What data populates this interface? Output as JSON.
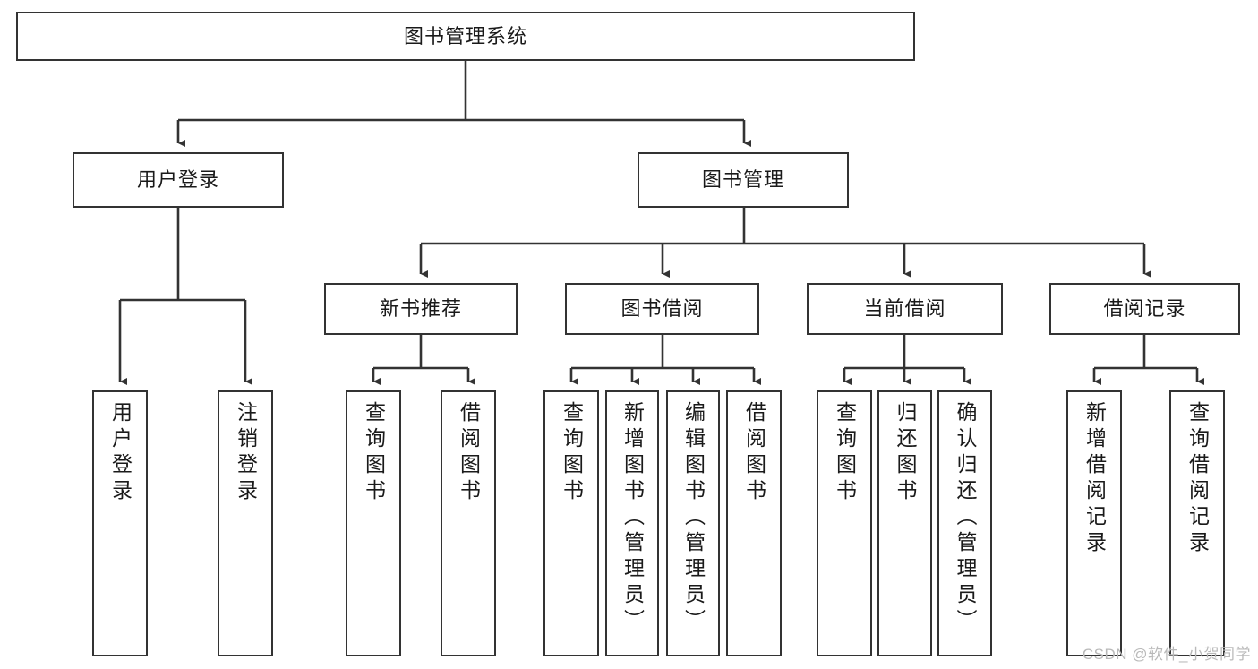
{
  "diagram": {
    "title": "图书管理系统",
    "watermark": "CSDN @软件_小贺同学",
    "colors": {
      "stroke": "#333333",
      "fill": "#ffffff",
      "text": "#1a1a1a",
      "watermark": "#b9b9b9"
    },
    "nodes": {
      "root": {
        "label": "图书管理系统",
        "orientation": "horizontal"
      },
      "level2": [
        {
          "id": "user-login",
          "label": "用户登录",
          "orientation": "horizontal"
        },
        {
          "id": "book-manage",
          "label": "图书管理",
          "orientation": "horizontal"
        }
      ],
      "level3": [
        {
          "id": "new-book-recommend",
          "label": "新书推荐",
          "orientation": "horizontal"
        },
        {
          "id": "book-borrow",
          "label": "图书借阅",
          "orientation": "horizontal"
        },
        {
          "id": "current-borrow",
          "label": "当前借阅",
          "orientation": "horizontal"
        },
        {
          "id": "borrow-record",
          "label": "借阅记录",
          "orientation": "horizontal"
        }
      ],
      "leaves": [
        {
          "id": "leaf-user-login",
          "label": "用户登录",
          "orientation": "vertical",
          "parent": "user-login"
        },
        {
          "id": "leaf-user-logout",
          "label": "注销登录",
          "orientation": "vertical",
          "parent": "user-login"
        },
        {
          "id": "leaf-query-book-1",
          "label": "查询图书",
          "orientation": "vertical",
          "parent": "new-book-recommend"
        },
        {
          "id": "leaf-borrow-book-1",
          "label": "借阅图书",
          "orientation": "vertical",
          "parent": "new-book-recommend"
        },
        {
          "id": "leaf-query-book-2",
          "label": "查询图书",
          "orientation": "vertical",
          "parent": "book-borrow"
        },
        {
          "id": "leaf-add-book",
          "label": "新增图书（管理员）",
          "orientation": "vertical",
          "parent": "book-borrow"
        },
        {
          "id": "leaf-edit-book",
          "label": "编辑图书（管理员）",
          "orientation": "vertical",
          "parent": "book-borrow"
        },
        {
          "id": "leaf-borrow-book-2",
          "label": "借阅图书",
          "orientation": "vertical",
          "parent": "book-borrow"
        },
        {
          "id": "leaf-query-book-3",
          "label": "查询图书",
          "orientation": "vertical",
          "parent": "current-borrow"
        },
        {
          "id": "leaf-return-book",
          "label": "归还图书",
          "orientation": "vertical",
          "parent": "current-borrow"
        },
        {
          "id": "leaf-confirm-return",
          "label": "确认归还（管理员）",
          "orientation": "vertical",
          "parent": "current-borrow"
        },
        {
          "id": "leaf-add-record",
          "label": "新增借阅记录",
          "orientation": "vertical",
          "parent": "borrow-record"
        },
        {
          "id": "leaf-query-record",
          "label": "查询借阅记录",
          "orientation": "vertical",
          "parent": "borrow-record"
        }
      ]
    }
  }
}
